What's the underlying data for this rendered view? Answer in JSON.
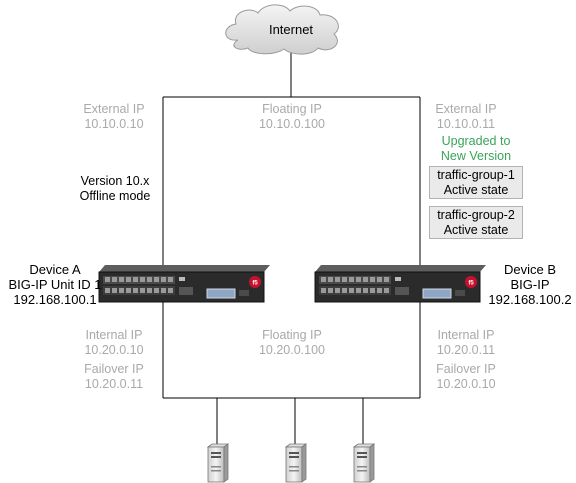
{
  "internet": {
    "label": "Internet"
  },
  "top": {
    "left_external": {
      "title": "External IP",
      "ip": "10.10.0.10"
    },
    "floating": {
      "title": "Floating IP",
      "ip": "10.10.0.100"
    },
    "right_external": {
      "title": "External IP",
      "ip": "10.10.0.11"
    }
  },
  "upgrade_note": {
    "line1": "Upgraded to",
    "line2": "New Version"
  },
  "version_note": {
    "line1": "Version 10.x",
    "line2": "Offline mode"
  },
  "traffic_groups": [
    {
      "line1": "traffic-group-1",
      "line2": "Active state"
    },
    {
      "line1": "traffic-group-2",
      "line2": "Active state"
    }
  ],
  "device_a": {
    "line1": "Device A",
    "line2": "BIG-IP Unit ID 1",
    "line3": "192.168.100.1"
  },
  "device_b": {
    "line1": "Device B",
    "line2": "BIG-IP",
    "line3": "192.168.100.2"
  },
  "bottom": {
    "left_internal": {
      "title": "Internal IP",
      "ip": "10.20.0.10"
    },
    "left_failover": {
      "title": "Failover IP",
      "ip": "10.20.0.11"
    },
    "floating": {
      "title": "Floating IP",
      "ip": "10.20.0.100"
    },
    "right_internal": {
      "title": "Internal IP",
      "ip": "10.20.0.11"
    },
    "right_failover": {
      "title": "Failover IP",
      "ip": "10.20.0.10"
    }
  },
  "colors": {
    "muted_text": "#a9a9a9",
    "upgrade_text": "#3aa35a",
    "line": "#000000",
    "cloud_fill": "#e6e6e6",
    "f5_red": "#c8102e"
  }
}
